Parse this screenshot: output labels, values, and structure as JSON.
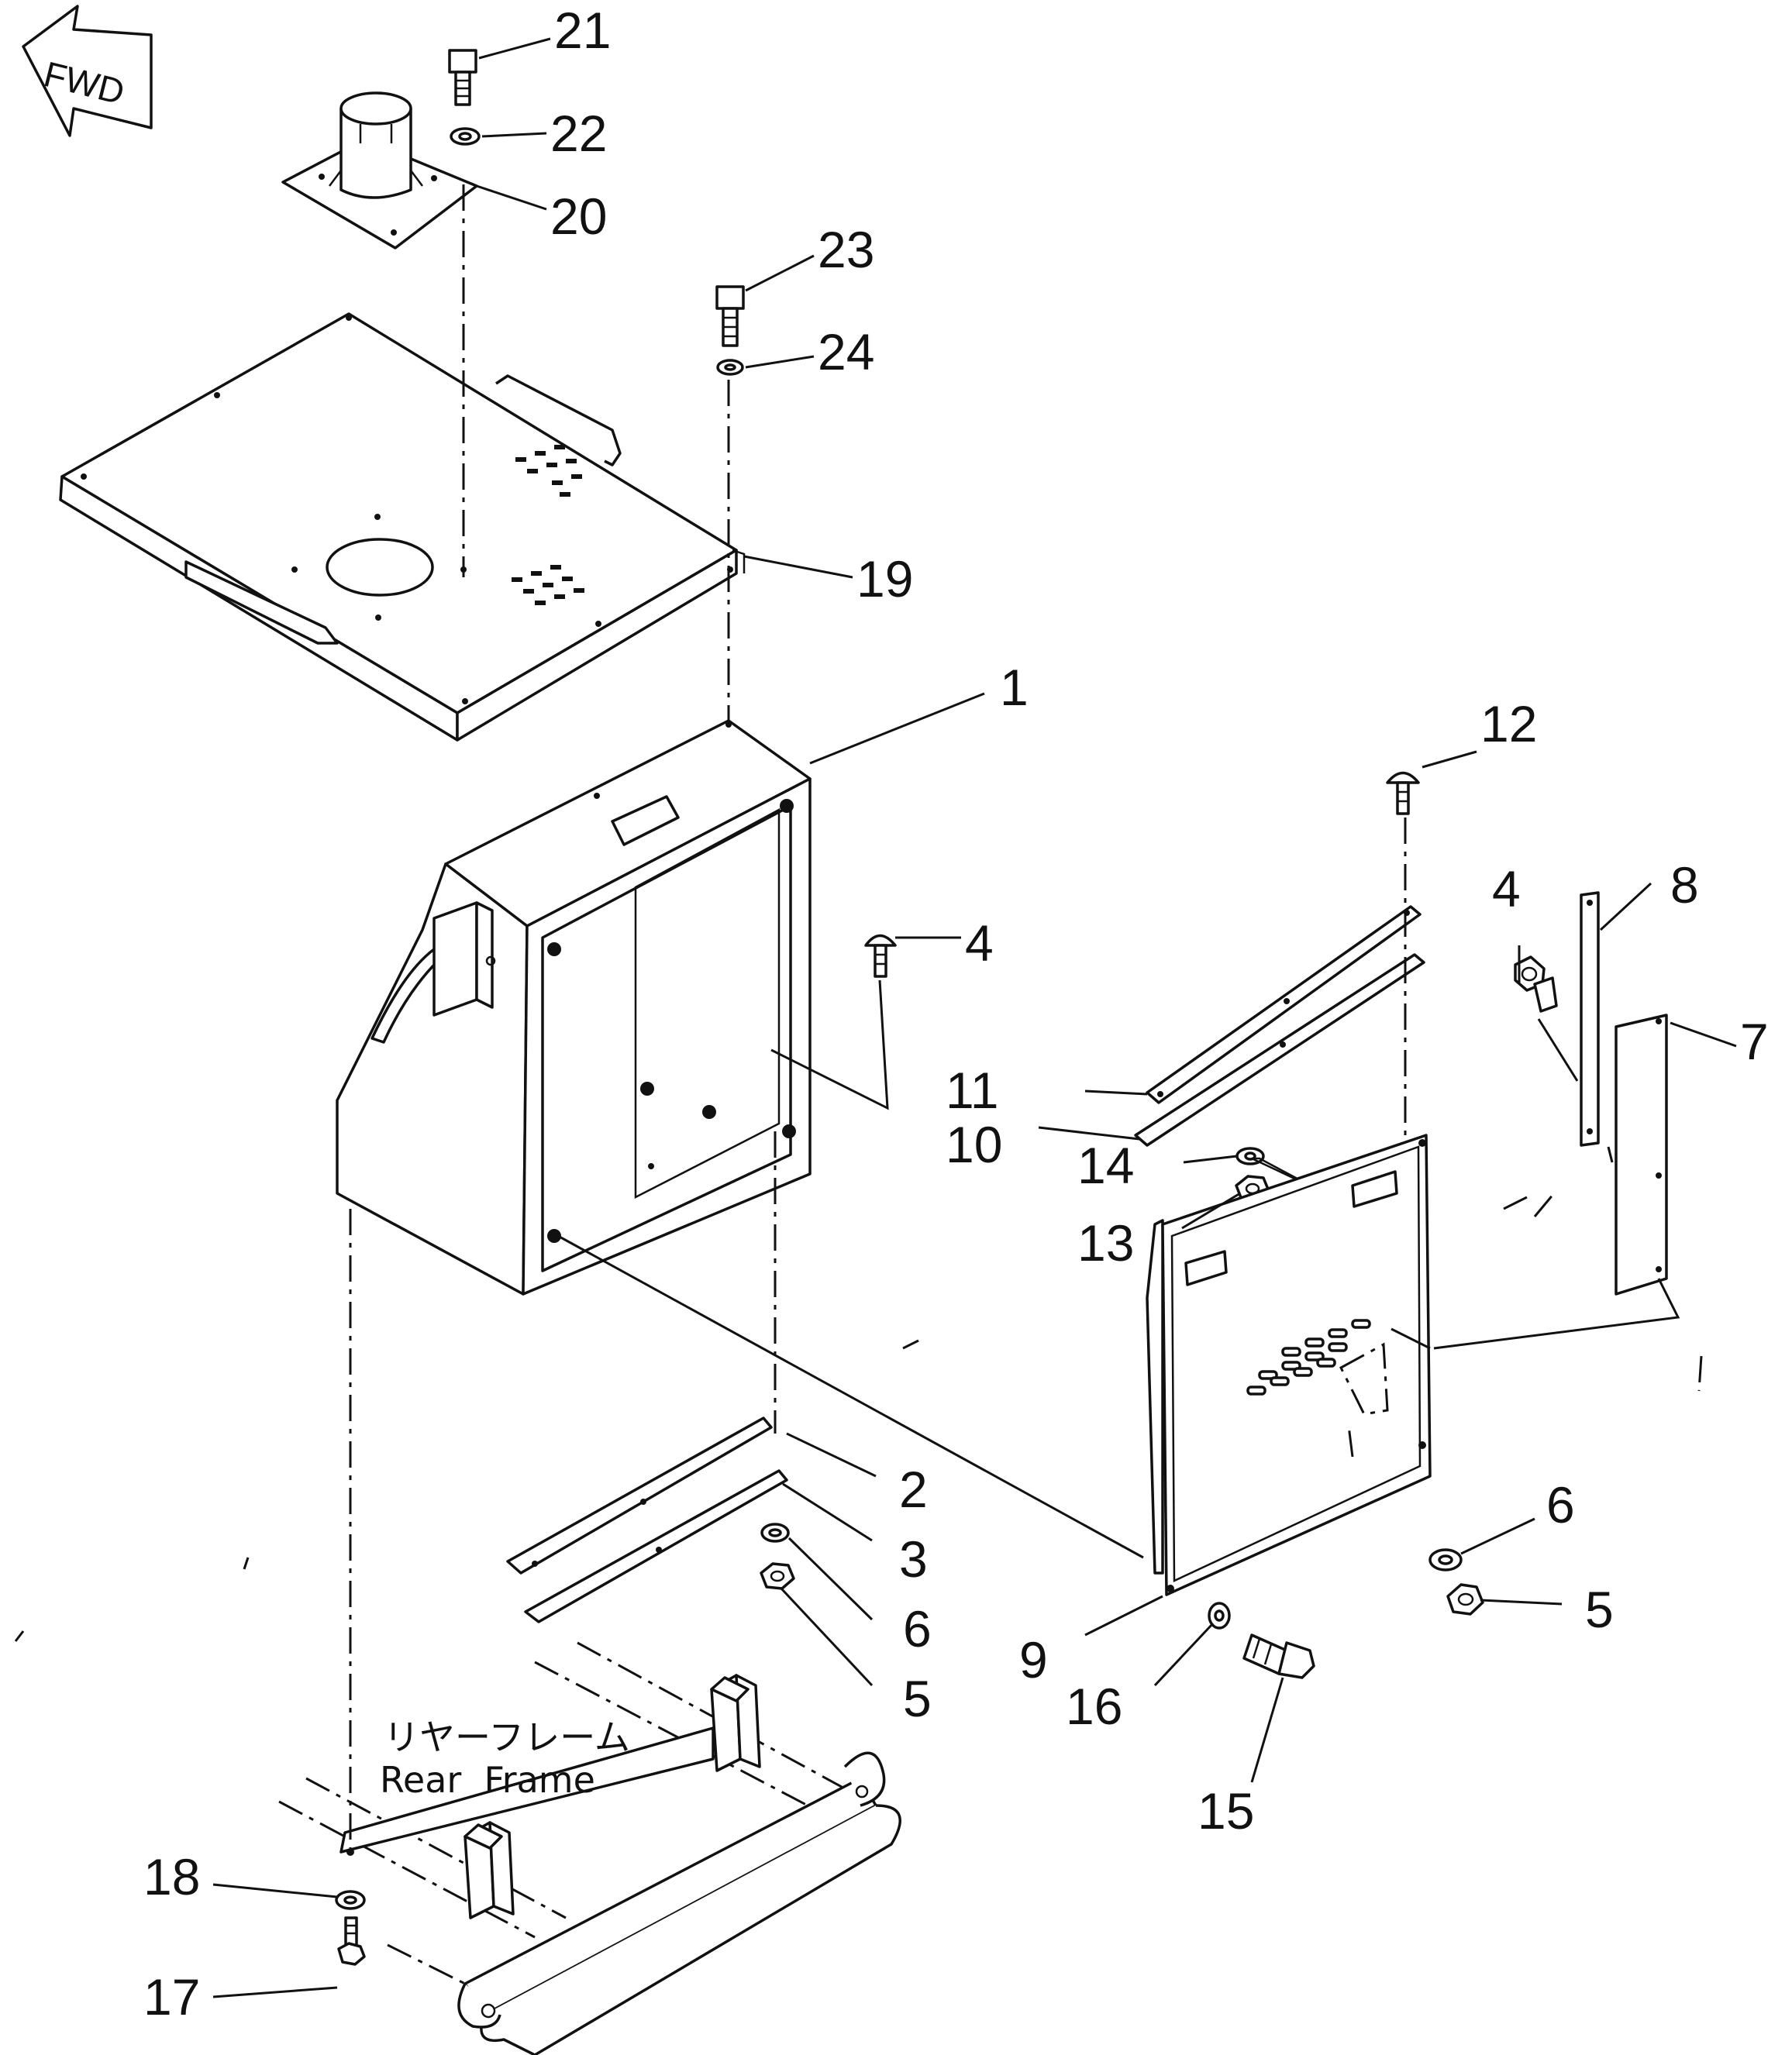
{
  "direction_arrow": {
    "label": "FWD"
  },
  "frame_label": {
    "japanese": "リヤーフレーム",
    "english": "Rear  Frame"
  },
  "part_numbers": [
    {
      "id": "n21",
      "text": "21"
    },
    {
      "id": "n22",
      "text": "22"
    },
    {
      "id": "n20",
      "text": "20"
    },
    {
      "id": "n23",
      "text": "23"
    },
    {
      "id": "n24",
      "text": "24"
    },
    {
      "id": "n19",
      "text": "19"
    },
    {
      "id": "n1",
      "text": "1"
    },
    {
      "id": "n12",
      "text": "12"
    },
    {
      "id": "n4a",
      "text": "4"
    },
    {
      "id": "n4b",
      "text": "4"
    },
    {
      "id": "n8",
      "text": "8"
    },
    {
      "id": "n7",
      "text": "7"
    },
    {
      "id": "n11",
      "text": "11"
    },
    {
      "id": "n10",
      "text": "10"
    },
    {
      "id": "n14",
      "text": "14"
    },
    {
      "id": "n13",
      "text": "13"
    },
    {
      "id": "n2",
      "text": "2"
    },
    {
      "id": "n3",
      "text": "3"
    },
    {
      "id": "n6a",
      "text": "6"
    },
    {
      "id": "n5a",
      "text": "5"
    },
    {
      "id": "n6b",
      "text": "6"
    },
    {
      "id": "n5b",
      "text": "5"
    },
    {
      "id": "n9",
      "text": "9"
    },
    {
      "id": "n16",
      "text": "16"
    },
    {
      "id": "n15",
      "text": "15"
    },
    {
      "id": "n18",
      "text": "18"
    },
    {
      "id": "n17",
      "text": "17"
    }
  ]
}
